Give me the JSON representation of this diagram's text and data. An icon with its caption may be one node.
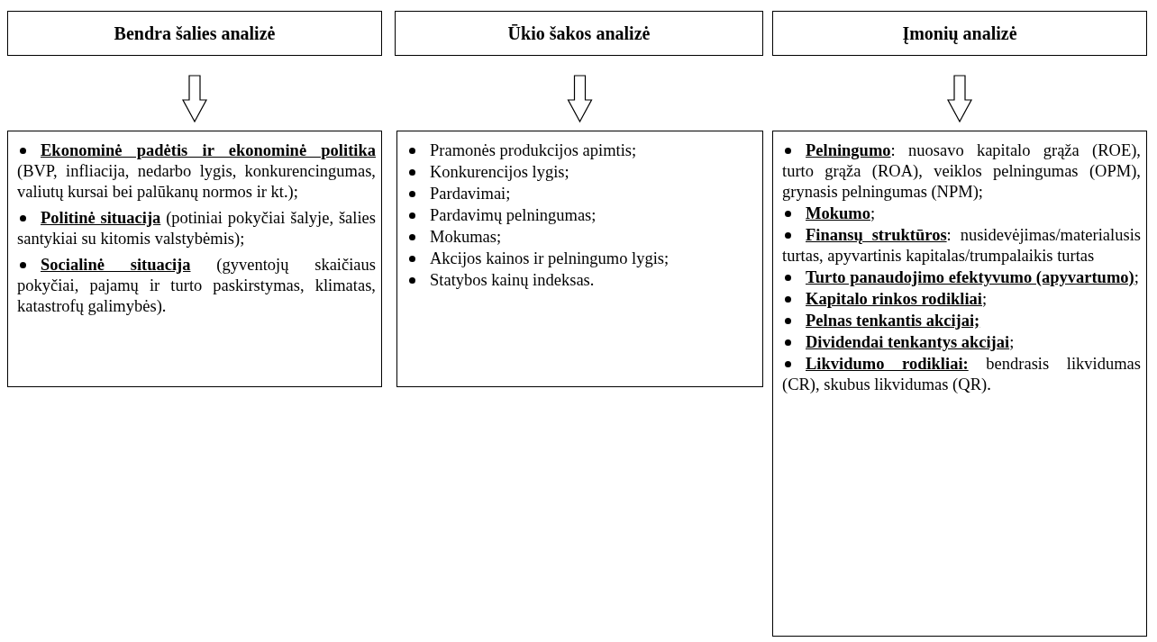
{
  "diagram": {
    "nodes": [
      {
        "text": [
          "Bendra šalies analizė"
        ]
      },
      {
        "text": [
          "Ūkio šakos analizė"
        ]
      },
      {
        "text": [
          "Įmonių analizė"
        ]
      },
      {
        "text": [
          "**Ekonominė padėtis ir ekonominė politika** (BVP, infliacija, nedarbo lygis, konkurencingumas, valiutų kursai bei palūkanų normos ir kt.);",
          "**Politinė situacija** (potiniai pokyčiai šalyje, šalies santykiai su kitomis valstybėmis);",
          "**Socialinė situacija** (gyventojų skaičiaus pokyčiai, pajamų ir turto paskirstymas, klimatas, katastrofų galimybės)."
        ]
      },
      {
        "text": [
          "Pramonės produkcijos apimtis;",
          "Konkurencijos lygis;",
          "Pardavimai;",
          "Pardavimų pelningumas;",
          "Mokumas;",
          "Akcijos kainos ir pelningumo lygis;",
          "Statybos kainų indeksas."
        ]
      },
      {
        "text": [
          "**Pelningumo**: nuosavo kapitalo grąža (ROE), turto grąža (ROA), veiklos pelningumas (OPM), grynasis pelningumas (NPM);",
          "**Mokumo**;",
          "**Finansų struktūros**: nusidevėjimas/materialusis turtas, apyvartinis kapitalas/trumpalaikis turtas",
          "**Turto panaudojimo efektyvumo (apyvartumo)**;",
          "**Kapitalo rinkos rodikliai**;",
          "**Pelnas tenkantis akcijai;**",
          "**Dividendai tenkantys akcijai**;",
          "**Likvidumo rodikliai:** bendrasis likvidumas (CR), skubus likvidumas (QR)."
        ]
      }
    ],
    "edges": [
      {
        "from": 0,
        "to": 3,
        "arrow": "to"
      },
      {
        "from": 1,
        "to": 4,
        "arrow": "to"
      },
      {
        "from": 2,
        "to": 5,
        "arrow": "to"
      }
    ]
  }
}
